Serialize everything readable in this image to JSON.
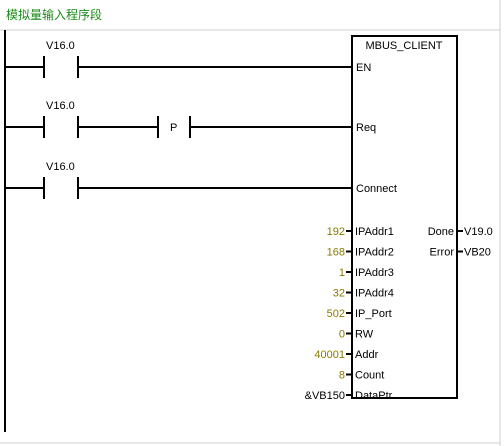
{
  "network": {
    "title": "模拟量输入程序段"
  },
  "rungs": [
    {
      "contact": "V16.0"
    },
    {
      "contact": "V16.0",
      "edge": "P"
    },
    {
      "contact": "V16.0"
    }
  ],
  "block": {
    "name": "MBUS_CLIENT",
    "inputs": {
      "en": "EN",
      "req": "Req",
      "connect": "Connect"
    },
    "params": [
      {
        "value": "192",
        "label": "IPAddr1"
      },
      {
        "value": "168",
        "label": "IPAddr2"
      },
      {
        "value": "1",
        "label": "IPAddr3"
      },
      {
        "value": "32",
        "label": "IPAddr4"
      },
      {
        "value": "502",
        "label": "IP_Port"
      },
      {
        "value": "0",
        "label": "RW"
      },
      {
        "value": "40001",
        "label": "Addr"
      },
      {
        "value": "8",
        "label": "Count"
      },
      {
        "value": "&VB150",
        "label": "DataPtr"
      }
    ],
    "outputs": [
      {
        "label": "Done",
        "value": "V19.0"
      },
      {
        "label": "Error",
        "value": "VB20"
      }
    ]
  },
  "colors": {
    "title": "#1a8a1a",
    "param_value": "#8a7a00",
    "lines": "#000000"
  }
}
